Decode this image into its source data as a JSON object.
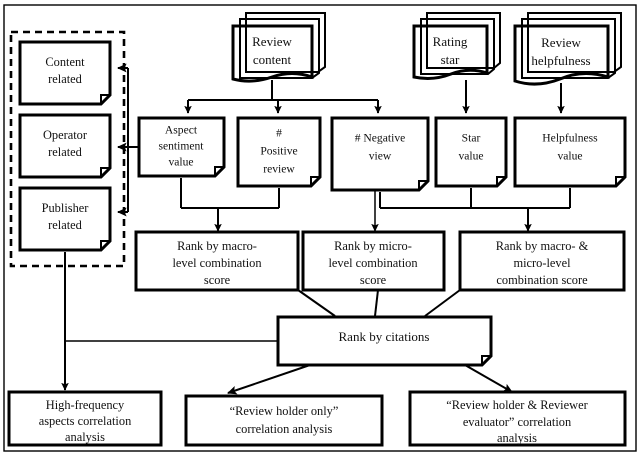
{
  "figure": {
    "type": "flowchart",
    "title": "Review analysis ranking and correlation framework",
    "frame": "outer-border"
  },
  "groups": {
    "aspect_group": {
      "name": "aspect-category-group",
      "style": "dashed-border",
      "items": [
        {
          "id": "content-related",
          "label_line1": "Content",
          "label_line2": "related",
          "shape": "document"
        },
        {
          "id": "operator-related",
          "label_line1": "Operator",
          "label_line2": "related",
          "shape": "document"
        },
        {
          "id": "publisher-related",
          "label_line1": "Publisher",
          "label_line2": "related",
          "shape": "document"
        }
      ]
    }
  },
  "sources": [
    {
      "id": "review-content",
      "label_line1": "Review",
      "label_line2": "content",
      "shape": "multi-document"
    },
    {
      "id": "rating-star",
      "label_line1": "Rating",
      "label_line2": "star",
      "shape": "multi-document"
    },
    {
      "id": "review-helpfulness",
      "label_line1": "Review",
      "label_line2": "helpfulness",
      "shape": "multi-document"
    }
  ],
  "metrics": [
    {
      "id": "aspect-sentiment-value",
      "label_line1": "Aspect",
      "label_line2": "sentiment",
      "label_line3": "value",
      "shape": "document"
    },
    {
      "id": "positive-review-count",
      "label_line1": "#",
      "label_line2": "Positive",
      "label_line3": "review",
      "shape": "document"
    },
    {
      "id": "negative-view-count",
      "label_line1": "# Negative",
      "label_line2": "view",
      "label_line3": "",
      "shape": "document"
    },
    {
      "id": "star-value",
      "label_line1": "Star",
      "label_line2": "value",
      "label_line3": "",
      "shape": "document"
    },
    {
      "id": "helpfulness-value",
      "label_line1": "Helpfulness",
      "label_line2": "value",
      "label_line3": "",
      "shape": "document"
    }
  ],
  "rankings": [
    {
      "id": "rank-macro",
      "label_line1": "Rank by macro-",
      "label_line2": "level combination",
      "label_line3": "score",
      "shape": "rect"
    },
    {
      "id": "rank-micro",
      "label_line1": "Rank by micro-",
      "label_line2": "level combination",
      "label_line3": "score",
      "shape": "rect"
    },
    {
      "id": "rank-macro-micro",
      "label_line1": "Rank by macro- &",
      "label_line2": "micro-level",
      "label_line3": "combination score",
      "shape": "rect"
    }
  ],
  "citation": {
    "id": "rank-by-citations",
    "label": "Rank by citations",
    "shape": "document"
  },
  "outcomes": [
    {
      "id": "high-frequency-aspects-analysis",
      "label_line1": "High-frequency",
      "label_line2": "aspects correlation",
      "label_line3": "analysis",
      "shape": "rect"
    },
    {
      "id": "review-holder-only-analysis",
      "label_line1": "“Review holder only”",
      "label_line2": "correlation analysis",
      "label_line3": "",
      "shape": "rect"
    },
    {
      "id": "review-holder-reviewer-evaluator-analysis",
      "label_line1": "“Review holder & Reviewer",
      "label_line2": "evaluator” correlation",
      "label_line3": "analysis",
      "shape": "rect"
    }
  ],
  "colors": {
    "stroke": "#000000",
    "fill": "#ffffff",
    "text": "#111111"
  }
}
